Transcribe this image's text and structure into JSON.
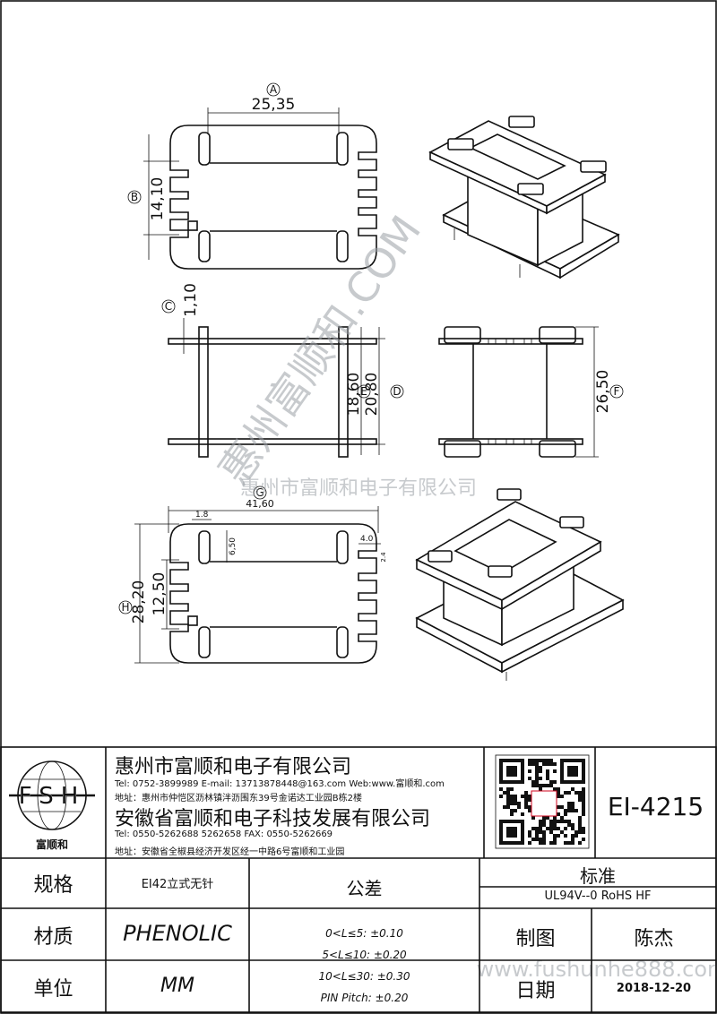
{
  "views": {
    "top": {
      "dim_a_label": "A",
      "dim_a_value": "25,35",
      "dim_b_label": "B",
      "dim_b_value": "14,10"
    },
    "front": {
      "dim_c_label": "C",
      "dim_c_value": "1,10",
      "dim_e_label": "E",
      "dim_e_value": "18,60",
      "dim_d_label": "D",
      "dim_d_value": "20,80"
    },
    "side": {
      "dim_f_label": "F",
      "dim_f_value": "26,50"
    },
    "bottom": {
      "dim_g_label": "G",
      "dim_g_value": "41,60",
      "dim_h_label": "H",
      "dim_h_value": "28,20",
      "dim_inner": "12,50",
      "dim_slot_w": "1.8",
      "dim_slot_h": "6,50",
      "dim_notch_w": "4.0",
      "dim_notch_h": "2.4"
    }
  },
  "watermarks": {
    "company": "惠州市富顺和电子有限公司",
    "diagonal": "惠州富顺和.COM",
    "site": "www.fushunhe888.com"
  },
  "title_block": {
    "logo_letters": "FSH",
    "logo_caption": "富顺和",
    "company1": "惠州市富顺和电子有限公司",
    "tel1": "Tel:      0752-3899989    E-mail: 13713878448@163.com    Web:www.富顺和.com",
    "addr1": "地址：惠州市仲恺区沥林镇泮沥围东39号金诺达工业园B栋2楼",
    "company2": "安徽省富顺和电子科技发展有限公司",
    "tel2": "Tel:      0550-5262688    5262658        FAX: 0550-5262669",
    "addr2": "地址：安徽省全椒县经济开发区经一中路6号富顺和工业园",
    "part_number": "EI-4215",
    "spec_label": "规格",
    "spec_value": "EI42立式无针",
    "material_label": "材质",
    "material_value": "PHENOLIC",
    "unit_label": "单位",
    "unit_value": "MM",
    "tolerance_label": "公差",
    "tolerances": [
      "0<L≤5: ±0.10",
      "5<L≤10: ±0.20",
      "10<L≤30: ±0.30",
      "PIN Pitch: ±0.20"
    ],
    "standard_label": "标准",
    "standard_value": "UL94V--0   RoHS HF",
    "drawn_label": "制图",
    "drawn_value": "陈杰",
    "date_label": "日期",
    "date_value": "2018-12-20"
  },
  "colors": {
    "line": "#111111",
    "watermark": "#9aa0a6",
    "accent_red": "#d0021b"
  },
  "icons": {
    "logo": "globe-logo-icon",
    "qr": "qr-code-icon"
  }
}
